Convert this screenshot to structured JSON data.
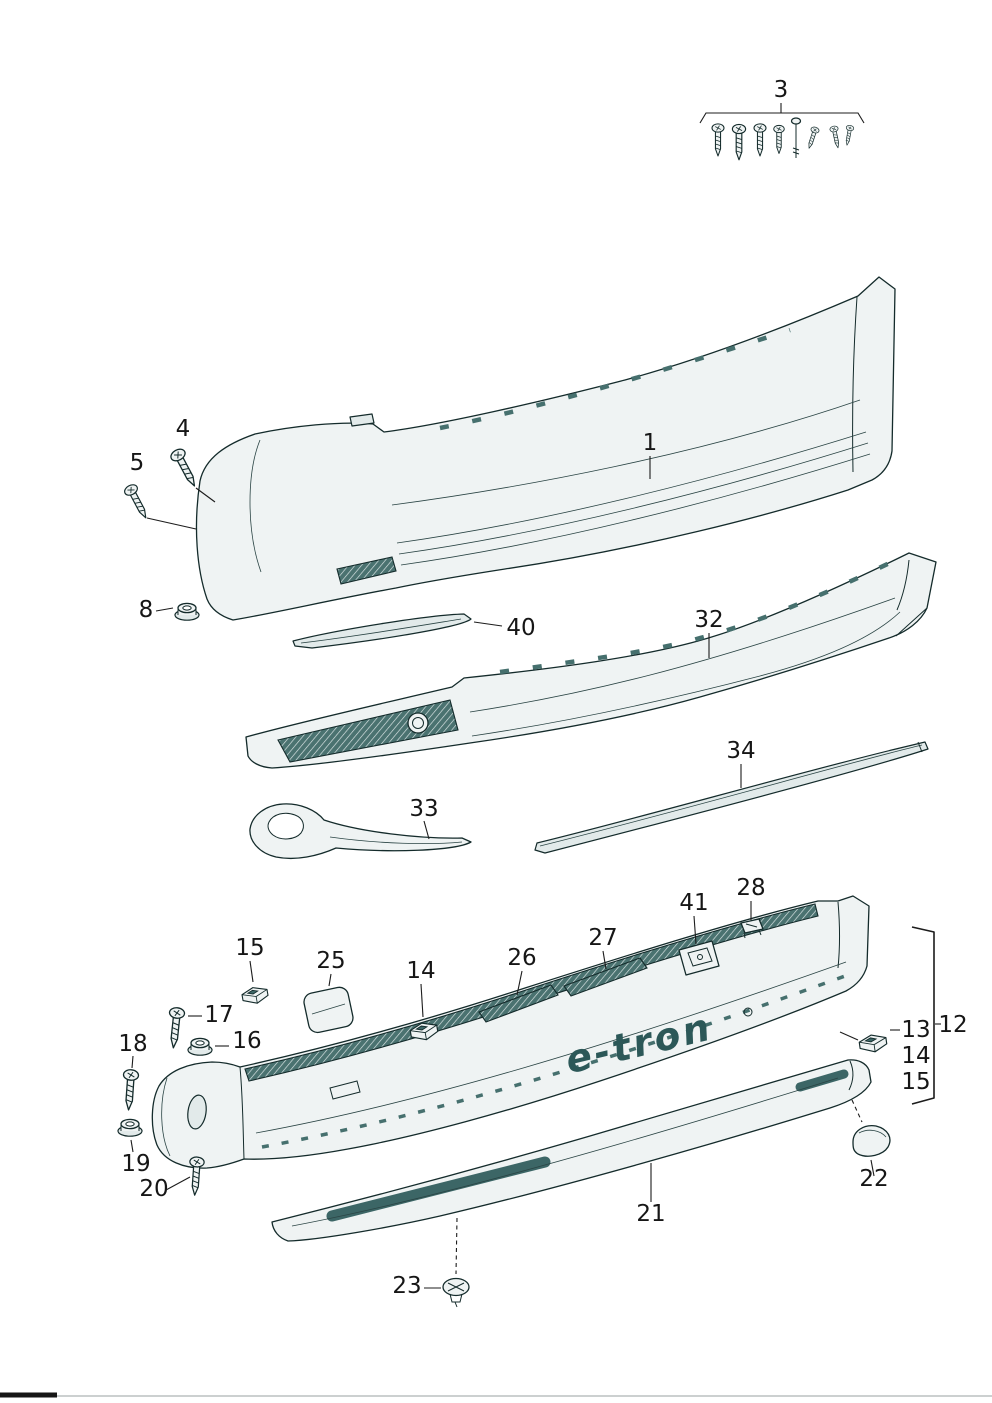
{
  "figure": {
    "product_lettering": "e-tron"
  },
  "colors": {
    "line": "#142b2b",
    "fill_light": "#eff3f3",
    "fill_shade": "#e2eaea",
    "texture_dark": "#4a7270",
    "lettering": "#2c5858",
    "callout_text": "#161616",
    "background": "#ffffff"
  },
  "callouts": {
    "group_3": "3",
    "part_1": "1",
    "part_4": "4",
    "part_5": "5",
    "part_8": "8",
    "part_40": "40",
    "part_32": "32",
    "part_34": "34",
    "part_33": "33",
    "part_15_upper": "15",
    "part_25": "25",
    "part_14_upper": "14",
    "part_26": "26",
    "part_27": "27",
    "part_41": "41",
    "part_28": "28",
    "part_17": "17",
    "part_16": "16",
    "part_18": "18",
    "part_19": "19",
    "part_20": "20",
    "assembly_12": "12",
    "part_13": "13",
    "part_14_right": "14",
    "part_15_right": "15",
    "part_22": "22",
    "part_21": "21",
    "part_23": "23"
  }
}
